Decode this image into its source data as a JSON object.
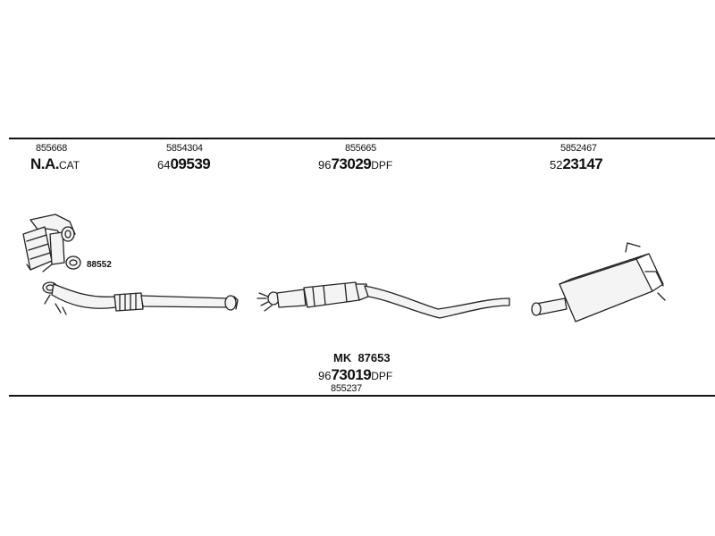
{
  "parts": {
    "manifold": {
      "ref": "855668",
      "na_bold": "N.A.",
      "na_suffix": "CAT"
    },
    "front_pipe": {
      "ref": "5854304",
      "num_prefix": "64",
      "num_bold": "09539"
    },
    "dpf": {
      "ref": "855665",
      "num_prefix": "96",
      "num_bold": "73029",
      "num_suffix": "DPF"
    },
    "rear_silencer": {
      "ref": "5852467",
      "num_prefix": "52",
      "num_bold": "23147"
    },
    "gasket": {
      "ref": "88552"
    }
  },
  "kit": {
    "line1": "MK  87653",
    "num_prefix": "96",
    "num_bold": "73019",
    "num_suffix": "DPF",
    "ref": "855237"
  }
}
